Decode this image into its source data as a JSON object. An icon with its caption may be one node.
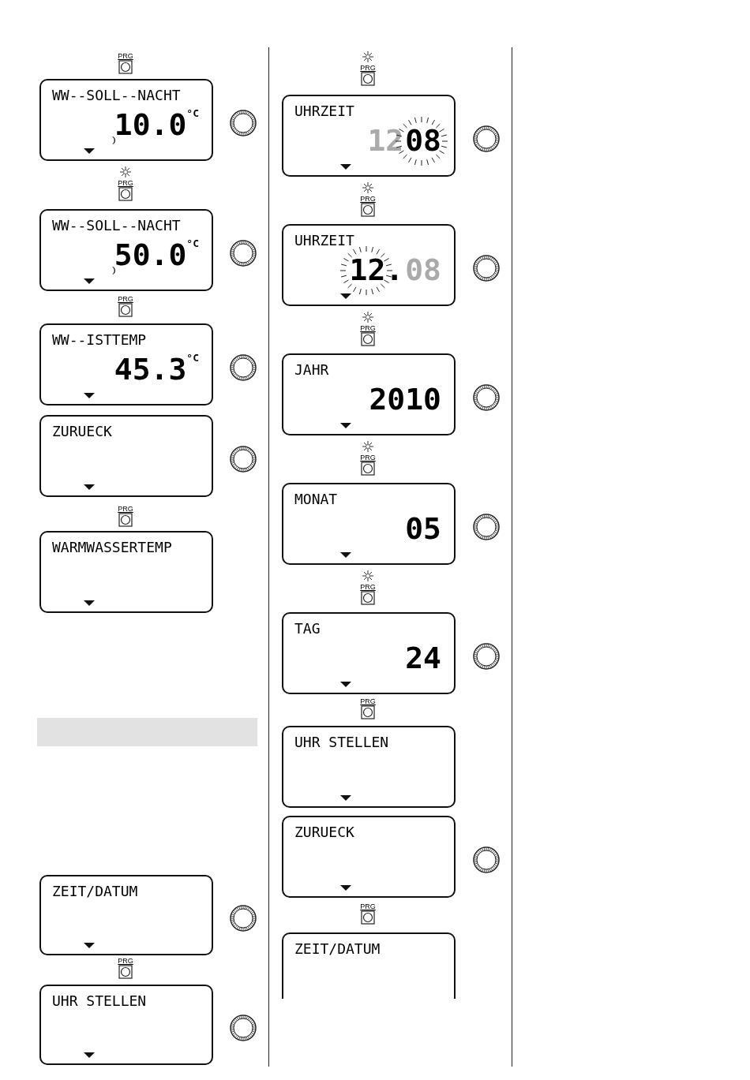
{
  "diagram": {
    "nodes": [
      {
        "text": [
          "WW--SOLL--NACHT",
          "10.0$^{°C}$"
        ]
      },
      {
        "text": [
          "WW--SOLL--NACHT",
          "50.0$^{°C}$"
        ]
      },
      {
        "text": [
          "WW--ISTTEMP",
          "45.3$^{°C}$"
        ]
      },
      {
        "text": [
          "ZURUECK"
        ]
      },
      {
        "text": [
          "WARMWASSERTEMP"
        ]
      },
      {
        "text": [],
        "shape": "bar"
      },
      {
        "text": [
          "ZEIT/DATUM"
        ]
      },
      {
        "text": [
          "UHR STELLEN"
        ]
      },
      {
        "text": [
          "UHRZEIT",
          "12",
          "08"
        ]
      },
      {
        "text": [
          "UHRZEIT",
          "12.",
          "08"
        ]
      },
      {
        "text": [
          "JAHR",
          "2010"
        ]
      },
      {
        "text": [
          "MONAT",
          "05"
        ]
      },
      {
        "text": [
          "TAG",
          "24"
        ]
      },
      {
        "text": [
          "UHR STELLEN"
        ]
      },
      {
        "text": [
          "ZURUECK"
        ]
      },
      {
        "text": [
          "ZEIT/DATUM"
        ]
      }
    ],
    "labels": [
      "PRG",
      "PRG",
      "PRG",
      "PRG",
      "PRG",
      "PRG",
      "PRG",
      "PRG",
      "PRG",
      "PRG",
      "PRG",
      "PRG"
    ]
  }
}
